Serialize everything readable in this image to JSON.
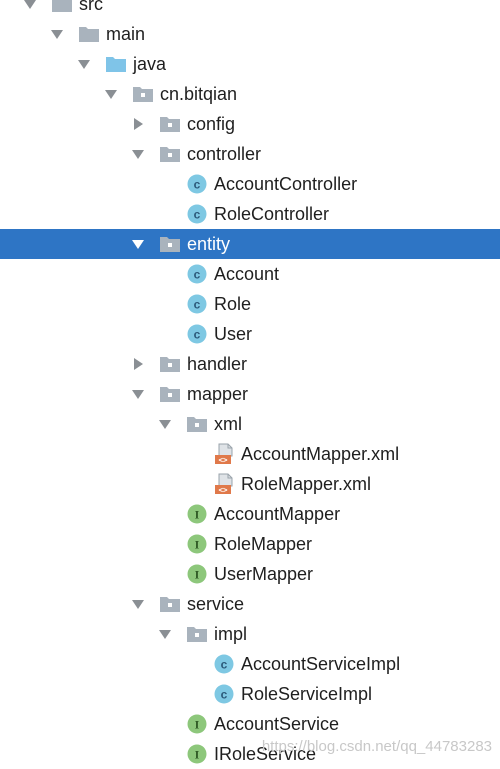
{
  "tree": [
    {
      "label": "src",
      "depth": 0,
      "icon": "folder-icon",
      "expanded": true,
      "has_children": true,
      "selected": false
    },
    {
      "label": "main",
      "depth": 1,
      "icon": "folder-icon",
      "expanded": true,
      "has_children": true,
      "selected": false
    },
    {
      "label": "java",
      "depth": 2,
      "icon": "source-folder-icon",
      "expanded": true,
      "has_children": true,
      "selected": false
    },
    {
      "label": "cn.bitqian",
      "depth": 3,
      "icon": "package-icon",
      "expanded": true,
      "has_children": true,
      "selected": false
    },
    {
      "label": "config",
      "depth": 4,
      "icon": "package-icon",
      "expanded": false,
      "has_children": true,
      "selected": false
    },
    {
      "label": "controller",
      "depth": 4,
      "icon": "package-icon",
      "expanded": true,
      "has_children": true,
      "selected": false
    },
    {
      "label": "AccountController",
      "depth": 5,
      "icon": "class-icon",
      "expanded": false,
      "has_children": false,
      "selected": false
    },
    {
      "label": "RoleController",
      "depth": 5,
      "icon": "class-icon",
      "expanded": false,
      "has_children": false,
      "selected": false
    },
    {
      "label": "entity",
      "depth": 4,
      "icon": "package-icon",
      "expanded": true,
      "has_children": true,
      "selected": true
    },
    {
      "label": "Account",
      "depth": 5,
      "icon": "class-icon",
      "expanded": false,
      "has_children": false,
      "selected": false
    },
    {
      "label": "Role",
      "depth": 5,
      "icon": "class-icon",
      "expanded": false,
      "has_children": false,
      "selected": false
    },
    {
      "label": "User",
      "depth": 5,
      "icon": "class-icon",
      "expanded": false,
      "has_children": false,
      "selected": false
    },
    {
      "label": "handler",
      "depth": 4,
      "icon": "package-icon",
      "expanded": false,
      "has_children": true,
      "selected": false
    },
    {
      "label": "mapper",
      "depth": 4,
      "icon": "package-icon",
      "expanded": true,
      "has_children": true,
      "selected": false
    },
    {
      "label": "xml",
      "depth": 5,
      "icon": "package-icon",
      "expanded": true,
      "has_children": true,
      "selected": false
    },
    {
      "label": "AccountMapper.xml",
      "depth": 6,
      "icon": "xml-file-icon",
      "expanded": false,
      "has_children": false,
      "selected": false
    },
    {
      "label": "RoleMapper.xml",
      "depth": 6,
      "icon": "xml-file-icon",
      "expanded": false,
      "has_children": false,
      "selected": false
    },
    {
      "label": "AccountMapper",
      "depth": 5,
      "icon": "interface-icon",
      "expanded": false,
      "has_children": false,
      "selected": false
    },
    {
      "label": "RoleMapper",
      "depth": 5,
      "icon": "interface-icon",
      "expanded": false,
      "has_children": false,
      "selected": false
    },
    {
      "label": "UserMapper",
      "depth": 5,
      "icon": "interface-icon",
      "expanded": false,
      "has_children": false,
      "selected": false
    },
    {
      "label": "service",
      "depth": 4,
      "icon": "package-icon",
      "expanded": true,
      "has_children": true,
      "selected": false
    },
    {
      "label": "impl",
      "depth": 5,
      "icon": "package-icon",
      "expanded": true,
      "has_children": true,
      "selected": false
    },
    {
      "label": "AccountServiceImpl",
      "depth": 6,
      "icon": "class-icon",
      "expanded": false,
      "has_children": false,
      "selected": false
    },
    {
      "label": "RoleServiceImpl",
      "depth": 6,
      "icon": "class-icon",
      "expanded": false,
      "has_children": false,
      "selected": false
    },
    {
      "label": "AccountService",
      "depth": 5,
      "icon": "interface-icon",
      "expanded": false,
      "has_children": false,
      "selected": false
    },
    {
      "label": "IRoleService",
      "depth": 5,
      "icon": "interface-icon",
      "expanded": false,
      "has_children": false,
      "selected": false
    }
  ],
  "watermark": "https://blog.csdn.net/qq_44783283",
  "colors": {
    "selection": "#2e75c5",
    "folder": "#a9b3bd",
    "source_folder": "#7fc4e8",
    "class": "#7ec8e3",
    "interface": "#8dc77b",
    "xml_badge": "#e0794a"
  }
}
